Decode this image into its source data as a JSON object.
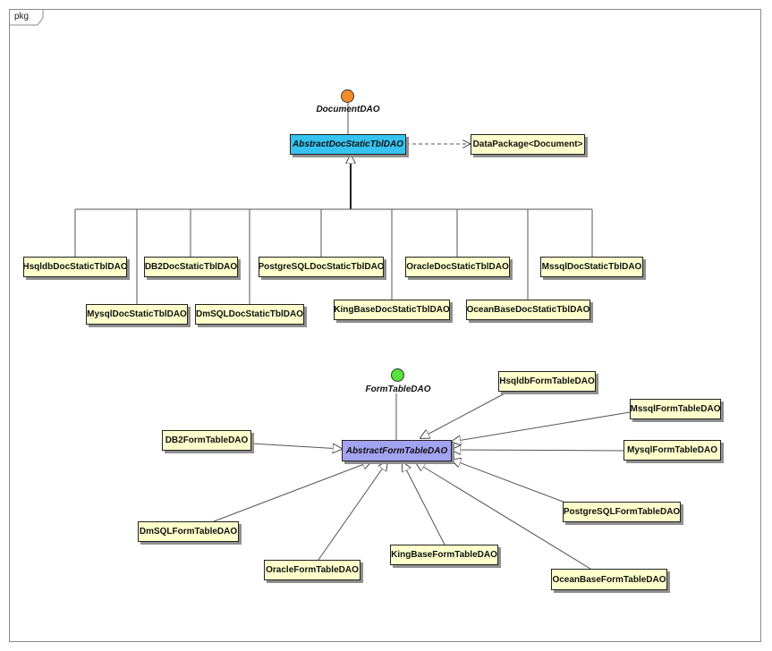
{
  "package_label": "pkg",
  "interfaces": {
    "document_dao": {
      "label": "DocumentDAO",
      "color": "#f28c28"
    },
    "form_table_dao": {
      "label": "FormTableDAO",
      "color": "#55e33a"
    }
  },
  "classes": {
    "abstract_doc": {
      "label": "AbstractDocStaticTblDAO",
      "color": "#36c3f0"
    },
    "data_package": {
      "label": "DataPackage<Document>"
    },
    "hsqldb_doc": {
      "label": "HsqldbDocStaticTblDAO"
    },
    "mysql_doc": {
      "label": "MysqlDocStaticTblDAO"
    },
    "db2_doc": {
      "label": "DB2DocStaticTblDAO"
    },
    "dmsql_doc": {
      "label": "DmSQLDocStaticTblDAO"
    },
    "postgresql_doc": {
      "label": "PostgreSQLDocStaticTblDAO"
    },
    "kingbase_doc": {
      "label": "KingBaseDocStaticTblDAO"
    },
    "oracle_doc": {
      "label": "OracleDocStaticTblDAO"
    },
    "oceanbase_doc": {
      "label": "OceanBaseDocStaticTblDAO"
    },
    "mssql_doc": {
      "label": "MssqlDocStaticTblDAO"
    },
    "abstract_form": {
      "label": "AbstractFormTableDAO",
      "color": "#a3a3f2"
    },
    "hsqldb_form": {
      "label": "HsqldbFormTableDAO"
    },
    "mssql_form": {
      "label": "MssqlFormTableDAO"
    },
    "mysql_form": {
      "label": "MysqlFormTableDAO"
    },
    "db2_form": {
      "label": "DB2FormTableDAO"
    },
    "postgresql_form": {
      "label": "PostgreSQLFormTableDAO"
    },
    "dmsql_form": {
      "label": "DmSQLFormTableDAO"
    },
    "oracle_form": {
      "label": "OracleFormTableDAO"
    },
    "kingbase_form": {
      "label": "KingBaseFormTableDAO"
    },
    "oceanbase_form": {
      "label": "OceanBaseFormTableDAO"
    }
  }
}
